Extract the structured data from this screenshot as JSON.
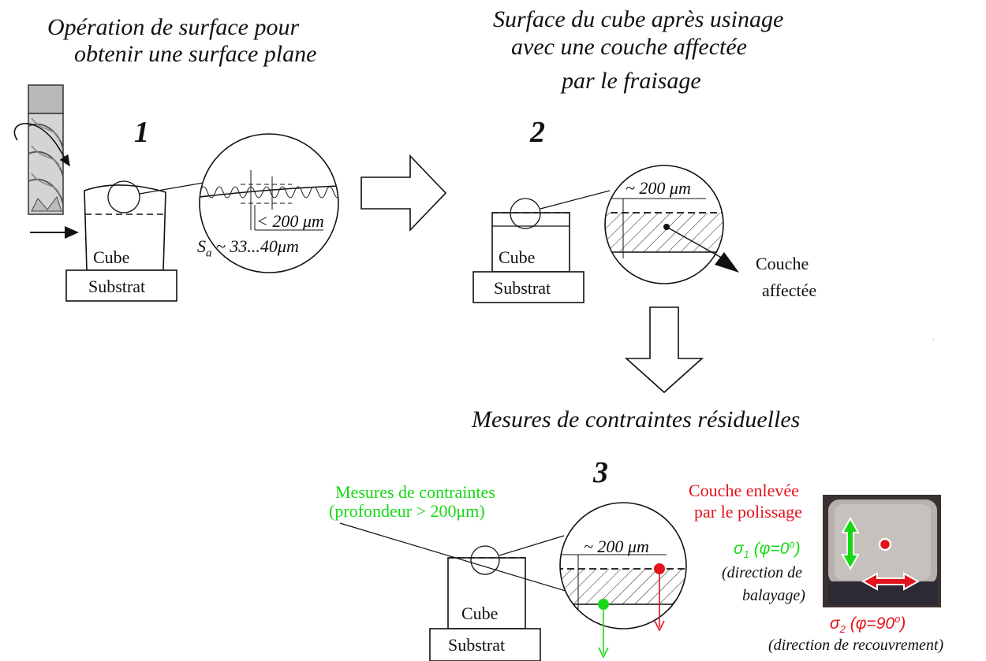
{
  "step1": {
    "title_line1": "Opération de surface pour",
    "title_line2": "obtenir une surface plane",
    "number": "1",
    "cube_label": "Cube",
    "substrate_label": "Substrat",
    "depth_label": "< 200 μm",
    "roughness_label": "S",
    "roughness_sub": "a",
    "roughness_value": " ~ 33...40μm"
  },
  "step2": {
    "title_line1": "Surface du cube après usinage",
    "title_line2": "avec une couche affectée",
    "title_line3": "par le fraisage",
    "number": "2",
    "cube_label": "Cube",
    "substrate_label": "Substrat",
    "depth_label": "~ 200 μm",
    "layer_label_line1": "Couche",
    "layer_label_line2": "affectée"
  },
  "step3": {
    "title": "Mesures de contraintes résiduelles",
    "number": "3",
    "cube_label": "Cube",
    "substrate_label": "Substrat",
    "depth_label": "~ 200 μm",
    "measure_label_line1": "Mesures de contraintes",
    "measure_label_line2": "(profondeur > 200μm)",
    "removed_label_line1": "Couche enlevée",
    "removed_label_line2": "par le polissage",
    "sigma1": "σ",
    "sigma1_sub": "1",
    "sigma1_phi": " (φ=0",
    "sigma1_deg": "o",
    "sigma1_close": ")",
    "sigma1_dir_line1": "(direction de",
    "sigma1_dir_line2": "balayage)",
    "sigma2": "σ",
    "sigma2_sub": "2",
    "sigma2_phi": " (φ=90",
    "sigma2_deg": "o",
    "sigma2_close": ")",
    "sigma2_dir": "(direction de recouvrement)"
  },
  "colors": {
    "green": "#16d816",
    "red": "#e3141b"
  }
}
